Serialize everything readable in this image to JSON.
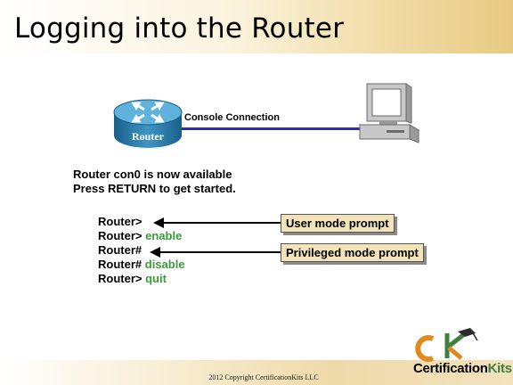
{
  "title": "Logging into the Router",
  "diagram": {
    "router_label": "Router",
    "connection_label": "Console Connection"
  },
  "status_lines": [
    "Router con0 is now available",
    "Press RETURN to get started."
  ],
  "commands": [
    {
      "prompt": "Router>",
      "arg": ""
    },
    {
      "prompt": "Router>",
      "arg": "enable"
    },
    {
      "prompt": "Router#",
      "arg": ""
    },
    {
      "prompt": "Router#",
      "arg": "disable"
    },
    {
      "prompt": "Router>",
      "arg": "quit"
    }
  ],
  "callouts": {
    "user_mode": "User mode prompt",
    "privileged_mode": "Privileged mode prompt"
  },
  "footer": "2012 Copyright CertificationKits LLC",
  "logo": {
    "name_part1": "Certification",
    "name_part2": "Kits"
  },
  "colors": {
    "command_arg": "#3a9a3a",
    "connection_line": "#2b2bb8",
    "callout_fill": "#f3e3b9",
    "title_band_end": "#e8c983"
  }
}
